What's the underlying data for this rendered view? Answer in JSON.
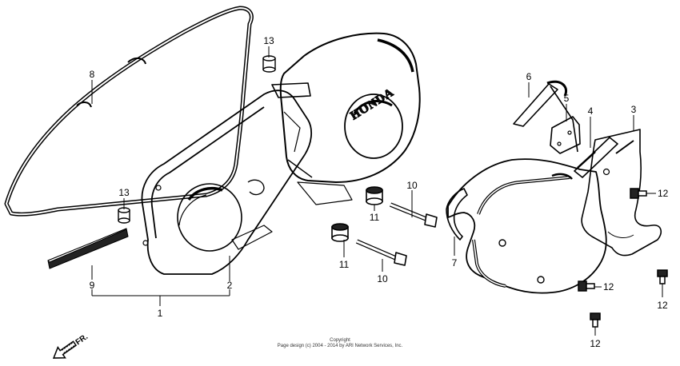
{
  "brand_mark": "HONDA",
  "direction_mark": "FR.",
  "copyright": {
    "line1": "Copyright",
    "line2": "Page design (c) 2004 - 2014 by ARI Network Services, Inc."
  },
  "callouts": {
    "n1": "1",
    "n2": "2",
    "n3": "3",
    "n4": "4",
    "n5": "5",
    "n6": "6",
    "n7": "7",
    "n8": "8",
    "n9": "9",
    "n10": "10",
    "n11": "11",
    "n12": "12",
    "n13": "13"
  },
  "colors": {
    "ink": "#000000",
    "paper": "#ffffff"
  },
  "icons": {
    "fr_arrow": "arrow-down-left-icon"
  }
}
